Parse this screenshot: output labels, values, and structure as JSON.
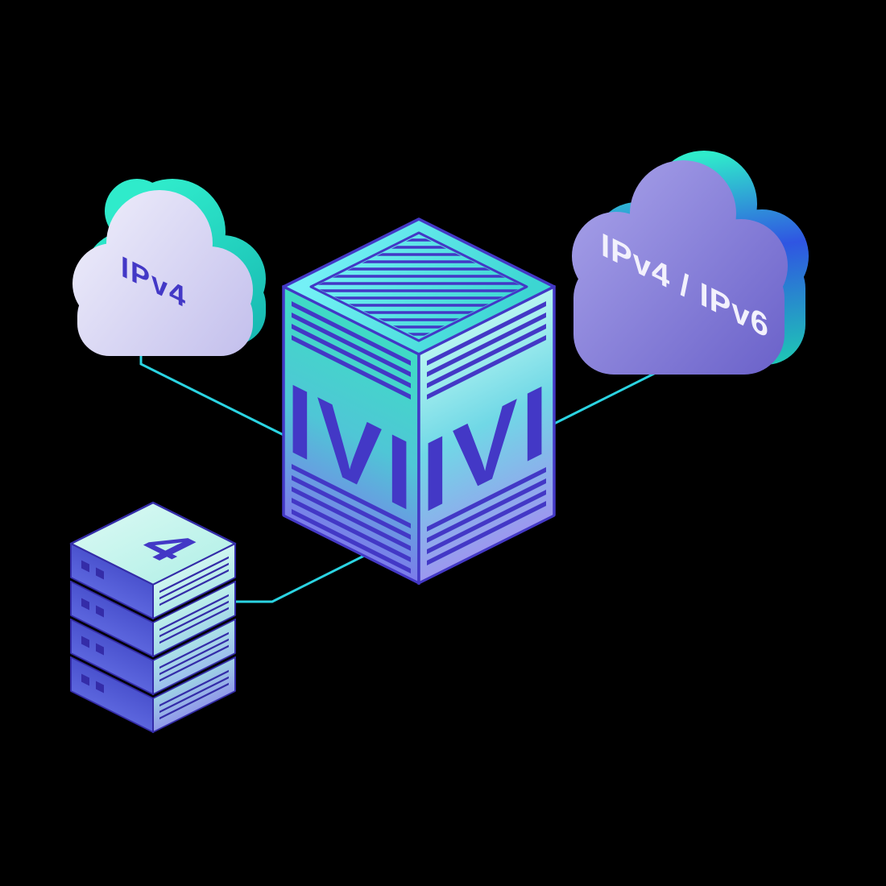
{
  "illustration": {
    "left_cloud": {
      "label": "IPv4"
    },
    "right_cloud": {
      "label": "IPv4 / IPv6"
    },
    "translator_cube": {
      "left_face_label": "IVI",
      "right_face_label": "IVI"
    },
    "server_stack": {
      "top_label": "4"
    }
  },
  "colors": {
    "background": "#000000",
    "line_cyan": "#2BD4E2",
    "indigo": "#4338C6",
    "indigo_deep": "#342CA8",
    "text_light": "#F2F1FC",
    "teal_bright": "#2FEBCB",
    "teal_mid": "#1EC9B4",
    "teal_deep": "#17B8B2",
    "blue_accent": "#2F55E2",
    "cloud_light_1": "#ECEBFA",
    "cloud_light_2": "#C2BEEC",
    "cloud_purple_1": "#A59FE8",
    "cloud_purple_2": "#6A61C9",
    "cube_top_1": "#74F0F6",
    "cube_top_2": "#3CD6D2",
    "cube_left_1": "#3FDCC5",
    "cube_left_2": "#4FC6D6",
    "cube_left_3": "#7C7BEA",
    "cube_right_1": "#B6F5F1",
    "cube_right_2": "#70D8E6",
    "cube_right_3": "#9C97EF",
    "stack_top_1": "#DDFAF4",
    "stack_top_2": "#AEEFE6",
    "stack_left_1": "#4A52CE",
    "stack_left_2": "#5C66DE",
    "stack_right_rows": [
      [
        "#CFF6F0",
        "#B2E9EA"
      ],
      [
        "#BDEFEA",
        "#A4D8E9"
      ],
      [
        "#ACE2E8",
        "#9BBEEC"
      ],
      [
        "#9ED2E6",
        "#9199E9"
      ]
    ]
  }
}
